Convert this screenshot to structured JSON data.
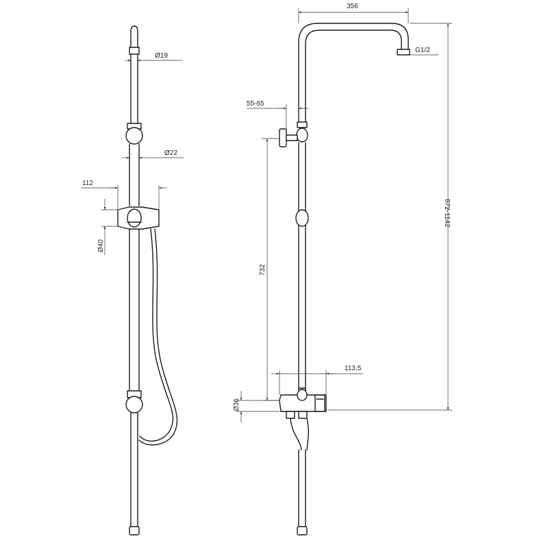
{
  "diagram": {
    "line_color": "#1a1a1a",
    "background": "#ffffff",
    "labels": {
      "top_pipe_diameter": "Ø19",
      "lower_pipe_diameter": "Ø22",
      "holder_offset": "112",
      "holder_diameter": "Ø40",
      "overhead_reach": "356",
      "thread": "G1/2",
      "wall_bracket_distance": "55-65",
      "bracket_to_mixer_height": "732",
      "total_height": "872-1142",
      "mixer_depth": "113,5",
      "mixer_diameter": "Ø36"
    }
  }
}
